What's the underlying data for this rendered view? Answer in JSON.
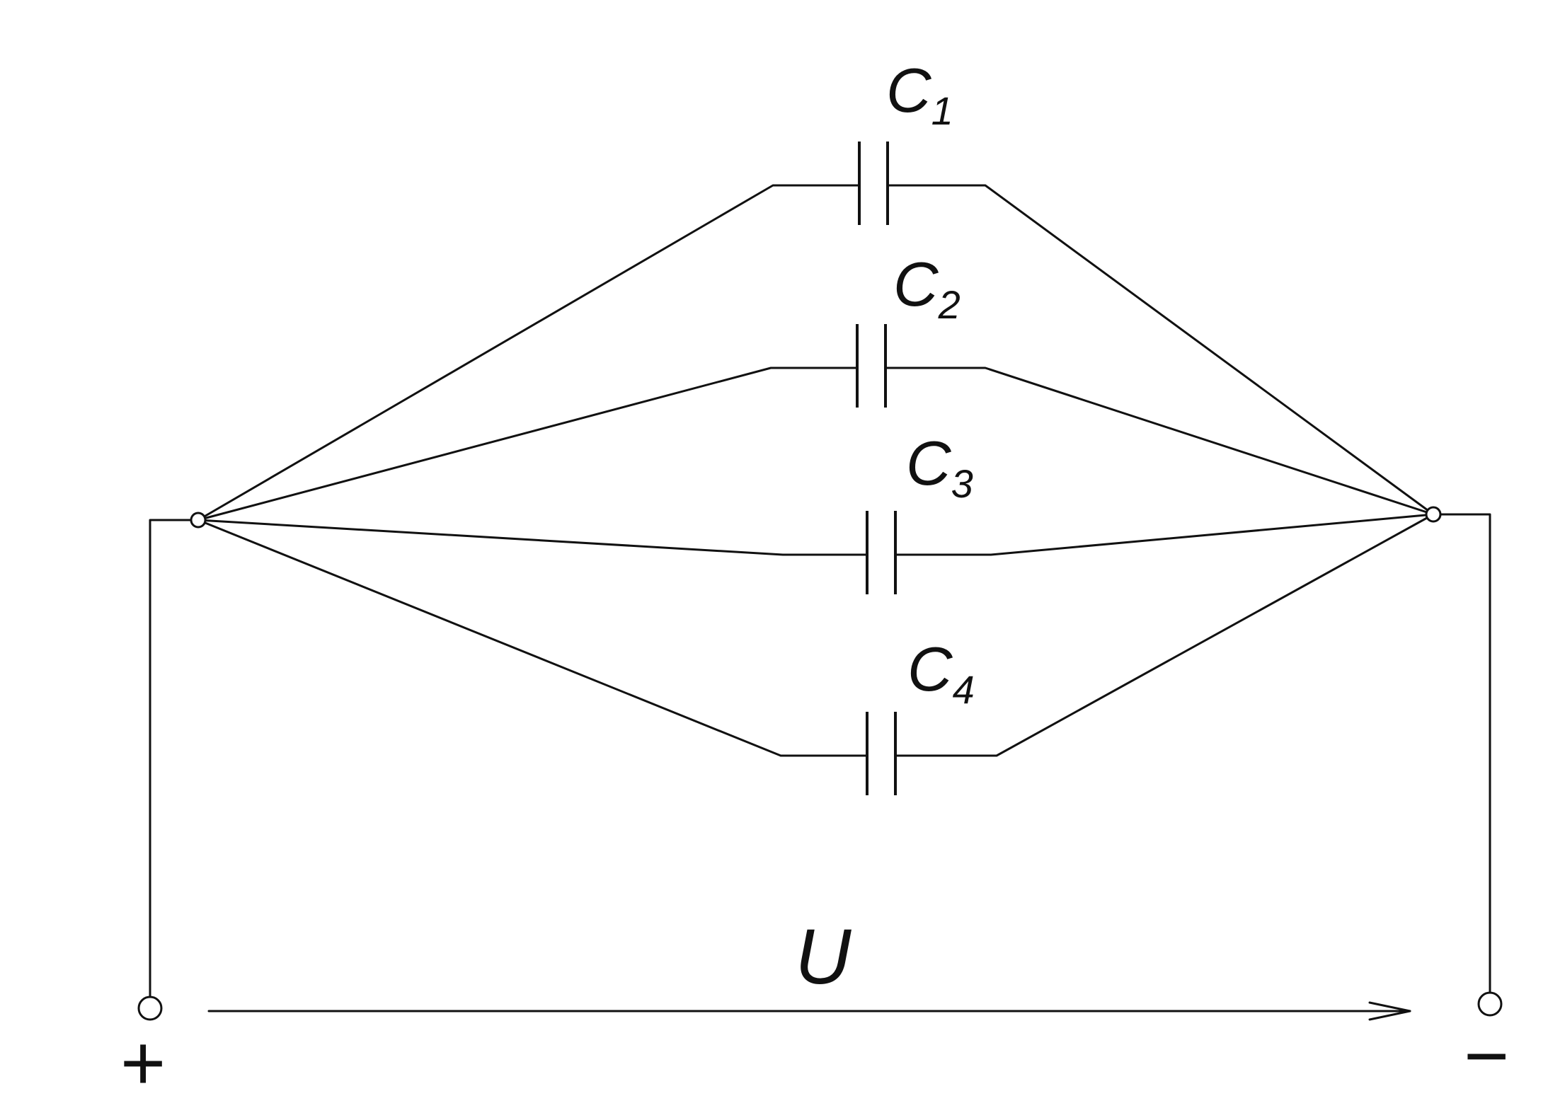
{
  "capacitors": [
    {
      "symbol": "C",
      "index": "1"
    },
    {
      "symbol": "C",
      "index": "2"
    },
    {
      "symbol": "C",
      "index": "3"
    },
    {
      "symbol": "C",
      "index": "4"
    }
  ],
  "voltage": {
    "label": "U"
  },
  "terminals": {
    "positive": "+",
    "negative": "−"
  }
}
